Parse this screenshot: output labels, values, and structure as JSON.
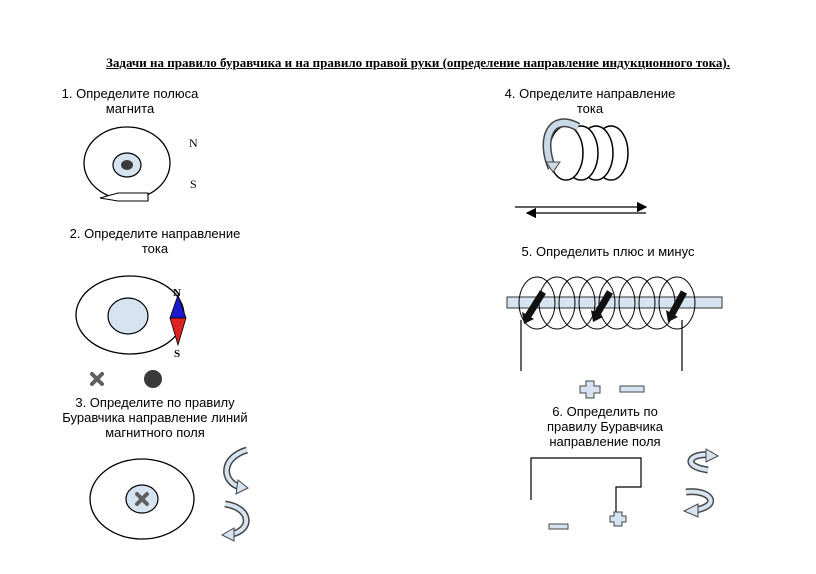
{
  "title": "Задачи на правило буравчика и на правило правой руки (определение направление индукционного тока).",
  "tasks": [
    {
      "line1": "1. Определите полюса",
      "line2": "магнита"
    },
    {
      "line1": "2. Определите направление",
      "line2": "тока"
    },
    {
      "line1": "3. Определите по правилу",
      "line2": "Буравчика направление линий",
      "line3": "магнитного поля"
    },
    {
      "line1": "4. Определите направление",
      "line2": "тока"
    },
    {
      "line1": "5. Определить плюс и минус"
    },
    {
      "line1": "6. Определить по",
      "line2": "правилу Буравчика",
      "line3": "направление поля"
    }
  ],
  "figure1": {
    "pole_top": "N",
    "pole_bottom": "S"
  },
  "figure2": {
    "pole_top": "N",
    "pole_bottom": "S",
    "north_color": "#1a1acc",
    "south_color": "#dd2222"
  },
  "colors": {
    "light_blue": "#d6e4f2",
    "dark_gray": "#3a3a3a",
    "cross_gray": "#5f5f5f"
  }
}
